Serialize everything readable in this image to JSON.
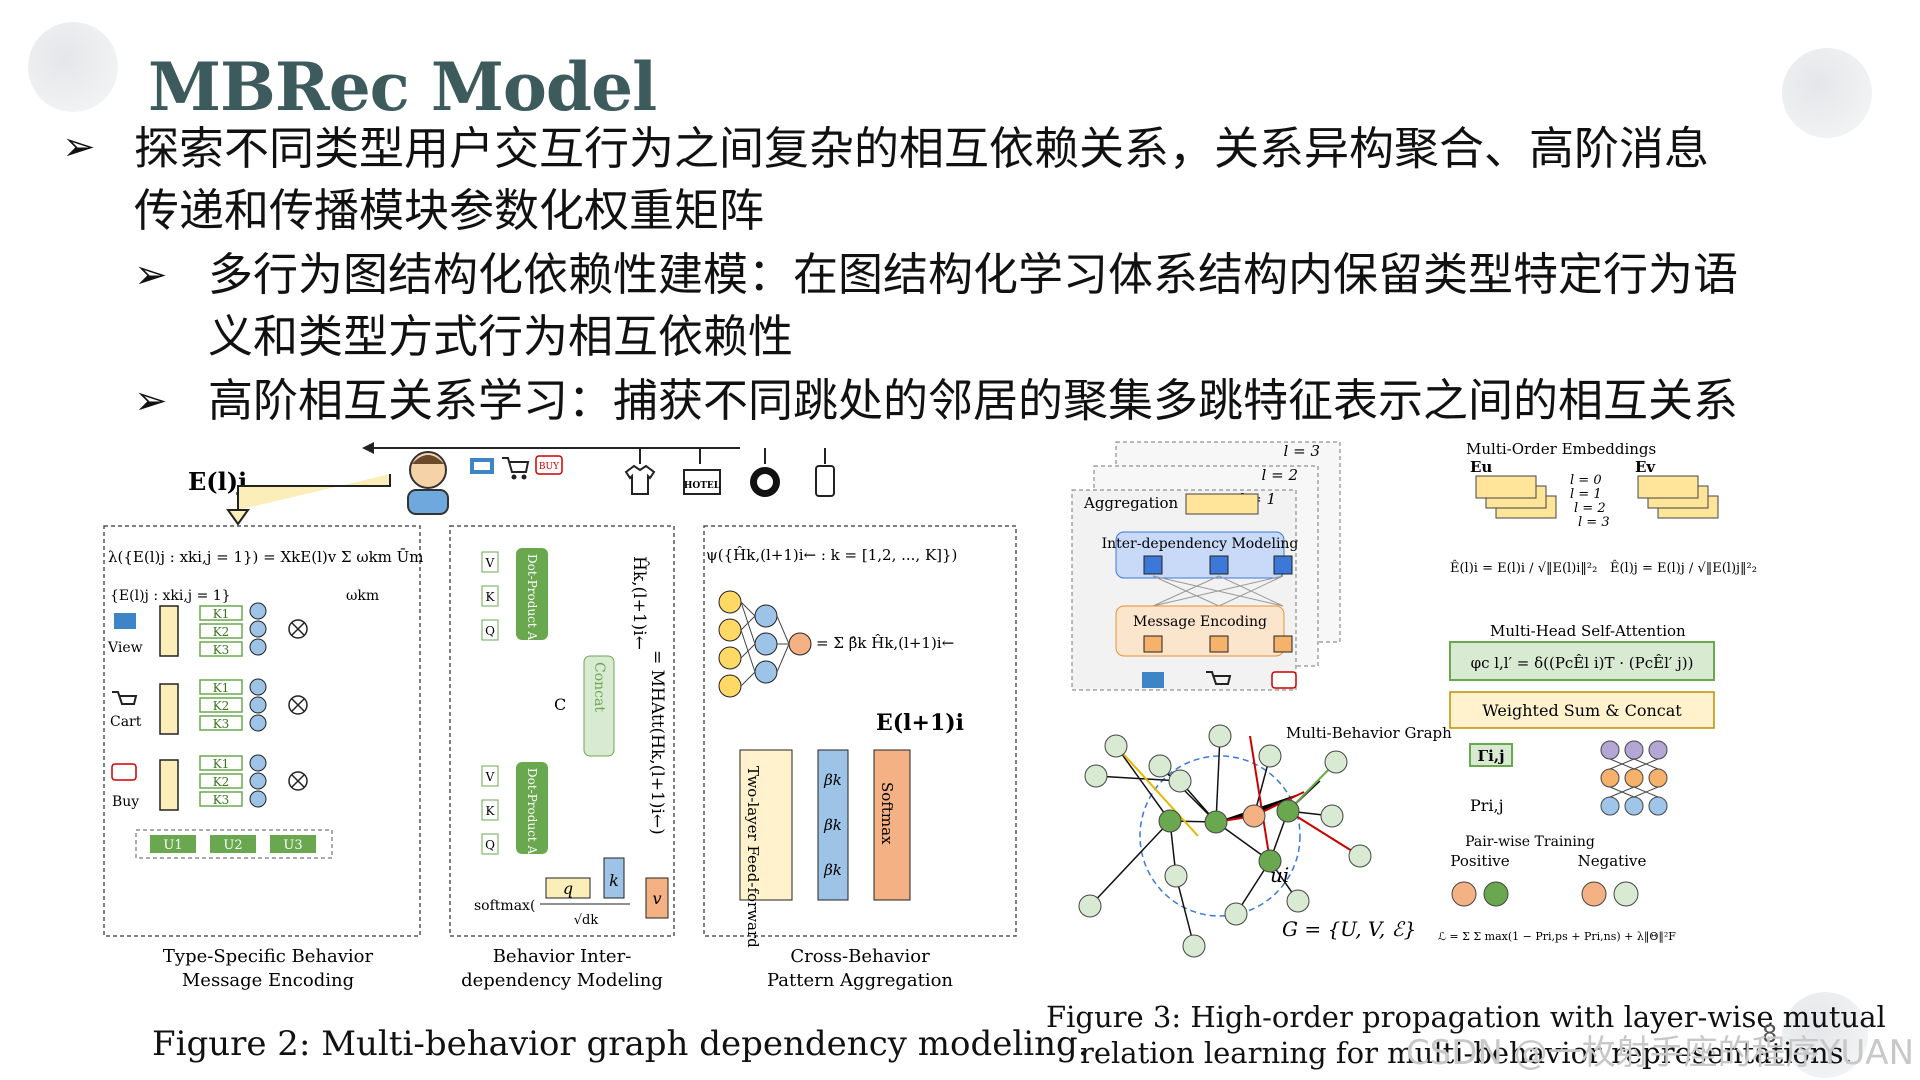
{
  "slide": {
    "title": "MBRec Model",
    "bullets": [
      {
        "text": "探索不同类型用户交互行为之间复杂的相互依赖关系，关系异构聚合、高阶消息",
        "cont": "传递和传播模块参数化权重矩阵"
      },
      {
        "text": "多行为图结构化依赖性建模：在图结构化学习体系结构内保留类型特定行为语",
        "cont": "义和类型方式行为相互依赖性"
      },
      {
        "text": "高阶相互关系学习：捕获不同跳处的邻居的聚集多跳特征表示之间的相互关系",
        "cont": ""
      }
    ],
    "page_number": "8",
    "watermark": "CSDN @一枚射手座的程序YUAN"
  },
  "figure2": {
    "caption": "Figure 2: Multi-behavior graph dependency modeling.",
    "panel_a_label": "Type-Specific Behavior",
    "panel_a_label2": "Message Encoding",
    "panel_b_label": "Behavior Inter-",
    "panel_b_label2": "dependency Modeling",
    "panel_c_label": "Cross-Behavior",
    "panel_c_label2": "Pattern Aggregation",
    "behaviors": [
      "View",
      "Cart",
      "Buy"
    ],
    "k_labels": [
      "K1",
      "K2",
      "K3"
    ],
    "u_labels": [
      "U1",
      "U2",
      "U3"
    ],
    "qkv": [
      "V",
      "K",
      "Q"
    ],
    "dot_product": "Dot-Product Attention",
    "concat": "Concat",
    "two_layer": "Two-layer Feed-forward",
    "softmax": "Softmax",
    "hotel": "HOTEL",
    "buy_badge": "BUY",
    "eq_main": "λ({E(l)j : xki,j = 1}) = XkE(l)v Σ ωkm Ūm",
    "eq_set": "{E(l)j : xki,j = 1}",
    "eq_omega": "ωkm",
    "eq_mhatt": "= MHAtt(Hk,(l+1)i←)",
    "eq_h": "Ĥk,(l+1)i←",
    "eq_psi": "ψ({Ĥk,(l+1)i← : k = [1,2, ..., K]})",
    "eq_sum": "= Σ β̂k Ĥk,(l+1)i←",
    "eq_ej": "E(l)j",
    "eq_ei": "E(l+1)i",
    "beta": "βk",
    "c_label": "C",
    "softmax_frac": "softmax(",
    "q": "q",
    "k": "k",
    "v": "v",
    "dk": "√dk"
  },
  "figure3": {
    "caption_line1": "Figure 3: High-order propagation with layer-wise mutual",
    "caption_line2": "relation learning for multi-behavior representations.",
    "layers": [
      "l = 3",
      "l = 2",
      "l = 1"
    ],
    "aggregation": "Aggregation",
    "interdep": "Inter-dependency Modeling",
    "msg_enc": "Message Encoding",
    "multi_order": "Multi-Order Embeddings",
    "eu": "Eu",
    "ev": "Ev",
    "order_labels": [
      "l = 0",
      "l = 1",
      "l = 2",
      "l = 3"
    ],
    "mhsa": "Multi-Head Self-Attention",
    "phi": "φc l,l′ = δ((PcÊl i)T · (PcÊl′ j))",
    "weighted": "Weighted Sum & Concat",
    "gamma": "Γi,j",
    "pr": "Pri,j",
    "pairwise": "Pair-wise Training",
    "positive": "Positive",
    "negative": "Negative",
    "mbgraph": "Multi-Behavior Graph",
    "ui": "ui",
    "g_eq": "G = {U, V, ℰ}",
    "loss": "ℒ = Σ Σ max(1 − Pri,ps + Pri,ns) + λ‖Θ‖²F",
    "ehat_i": "Ê(l)i = E(l)i / √‖E(l)i‖²₂",
    "ehat_j": "Ê(l)j = E(l)j / √‖E(l)j‖²₂"
  },
  "colors": {
    "title": "#3d5a5c",
    "green": "#6aa84f",
    "yellow": "#fbeeb8",
    "orange": "#f4b183",
    "blue": "#9dc3e6"
  }
}
